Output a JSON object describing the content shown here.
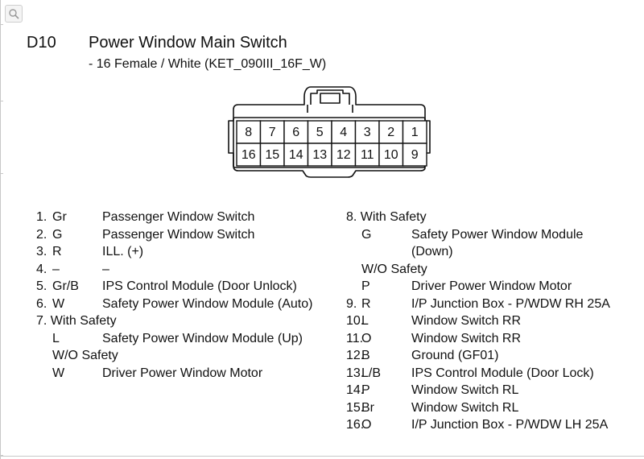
{
  "header": {
    "code": "D10",
    "title": "Power Window Main Switch",
    "subtitle": "- 16 Female / White (KET_090III_16F_W)"
  },
  "connector": {
    "top_row": [
      "8",
      "7",
      "6",
      "5",
      "4",
      "3",
      "2",
      "1"
    ],
    "bottom_row": [
      "16",
      "15",
      "14",
      "13",
      "12",
      "11",
      "10",
      "9"
    ]
  },
  "left_pins": [
    {
      "num": "1.",
      "color": "Gr",
      "desc": "Passenger Window Switch"
    },
    {
      "num": "2.",
      "color": "G",
      "desc": "Passenger Window Switch"
    },
    {
      "num": "3.",
      "color": "R",
      "desc": "ILL. (+)"
    },
    {
      "num": "4.",
      "color": "–",
      "desc": "–"
    },
    {
      "num": "5.",
      "color": "Gr/B",
      "desc": "IPS Control Module (Door Unlock)"
    },
    {
      "num": "6.",
      "color": "W",
      "desc": "Safety Power Window Module (Auto)"
    }
  ],
  "pin7": {
    "heading": "7. With Safety",
    "with_color": "L",
    "with_desc": "Safety Power Window Module (Up)",
    "wo_heading": "W/O Safety",
    "wo_color": "W",
    "wo_desc": "Driver Power Window Motor"
  },
  "pin8": {
    "heading": "8. With Safety",
    "with_color": "G",
    "with_desc_1": "Safety Power Window Module",
    "with_desc_2": "(Down)",
    "wo_heading": "W/O Safety",
    "wo_color": "P",
    "wo_desc": "Driver Power Window Motor"
  },
  "right_pins": [
    {
      "num": "9.",
      "color": "R",
      "desc": "I/P Junction Box - P/WDW RH 25A"
    },
    {
      "num": "10.",
      "color": "L",
      "desc": "Window Switch RR"
    },
    {
      "num": "11.",
      "color": "O",
      "desc": "Window Switch RR"
    },
    {
      "num": "12.",
      "color": "B",
      "desc": "Ground (GF01)"
    },
    {
      "num": "13.",
      "color": "L/B",
      "desc": "IPS Control Module (Door Lock)"
    },
    {
      "num": "14.",
      "color": "P",
      "desc": "Window Switch RL"
    },
    {
      "num": "15.",
      "color": "Br",
      "desc": "Window Switch RL"
    },
    {
      "num": "16.",
      "color": "O",
      "desc": "I/P Junction Box - P/WDW LH 25A"
    }
  ]
}
